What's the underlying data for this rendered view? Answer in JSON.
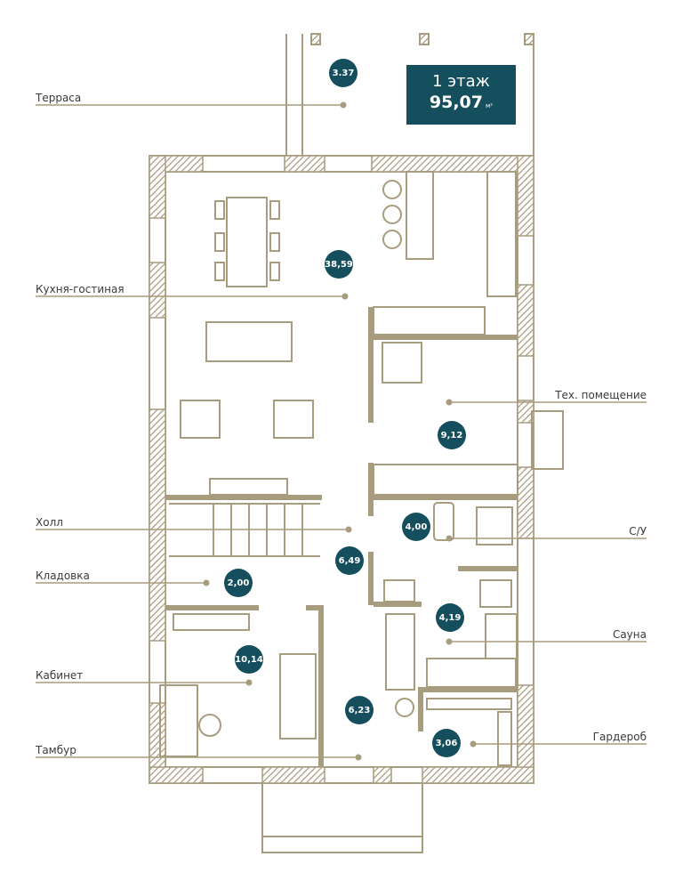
{
  "floor": {
    "title": "1 этаж",
    "area": "95,07",
    "unit": "м²"
  },
  "colors": {
    "wall": "#a89c7f",
    "badge": "#154e5c",
    "leader": "#a89c7f"
  },
  "rooms": [
    {
      "name": "Терраса",
      "area": "3.37"
    },
    {
      "name": "Кухня-гостиная",
      "area": "38,59"
    },
    {
      "name": "Тех. помещение",
      "area": "9,12"
    },
    {
      "name": "Холл",
      "area": "6,49"
    },
    {
      "name": "С/У",
      "area": "4,00"
    },
    {
      "name": "Кладовка",
      "area": "2,00"
    },
    {
      "name": "Сауна",
      "area": "4,19"
    },
    {
      "name": "Кабинет",
      "area": "10,14"
    },
    {
      "name": "Тамбур",
      "area": "6,23"
    },
    {
      "name": "Гардероб",
      "area": "3,06"
    }
  ]
}
